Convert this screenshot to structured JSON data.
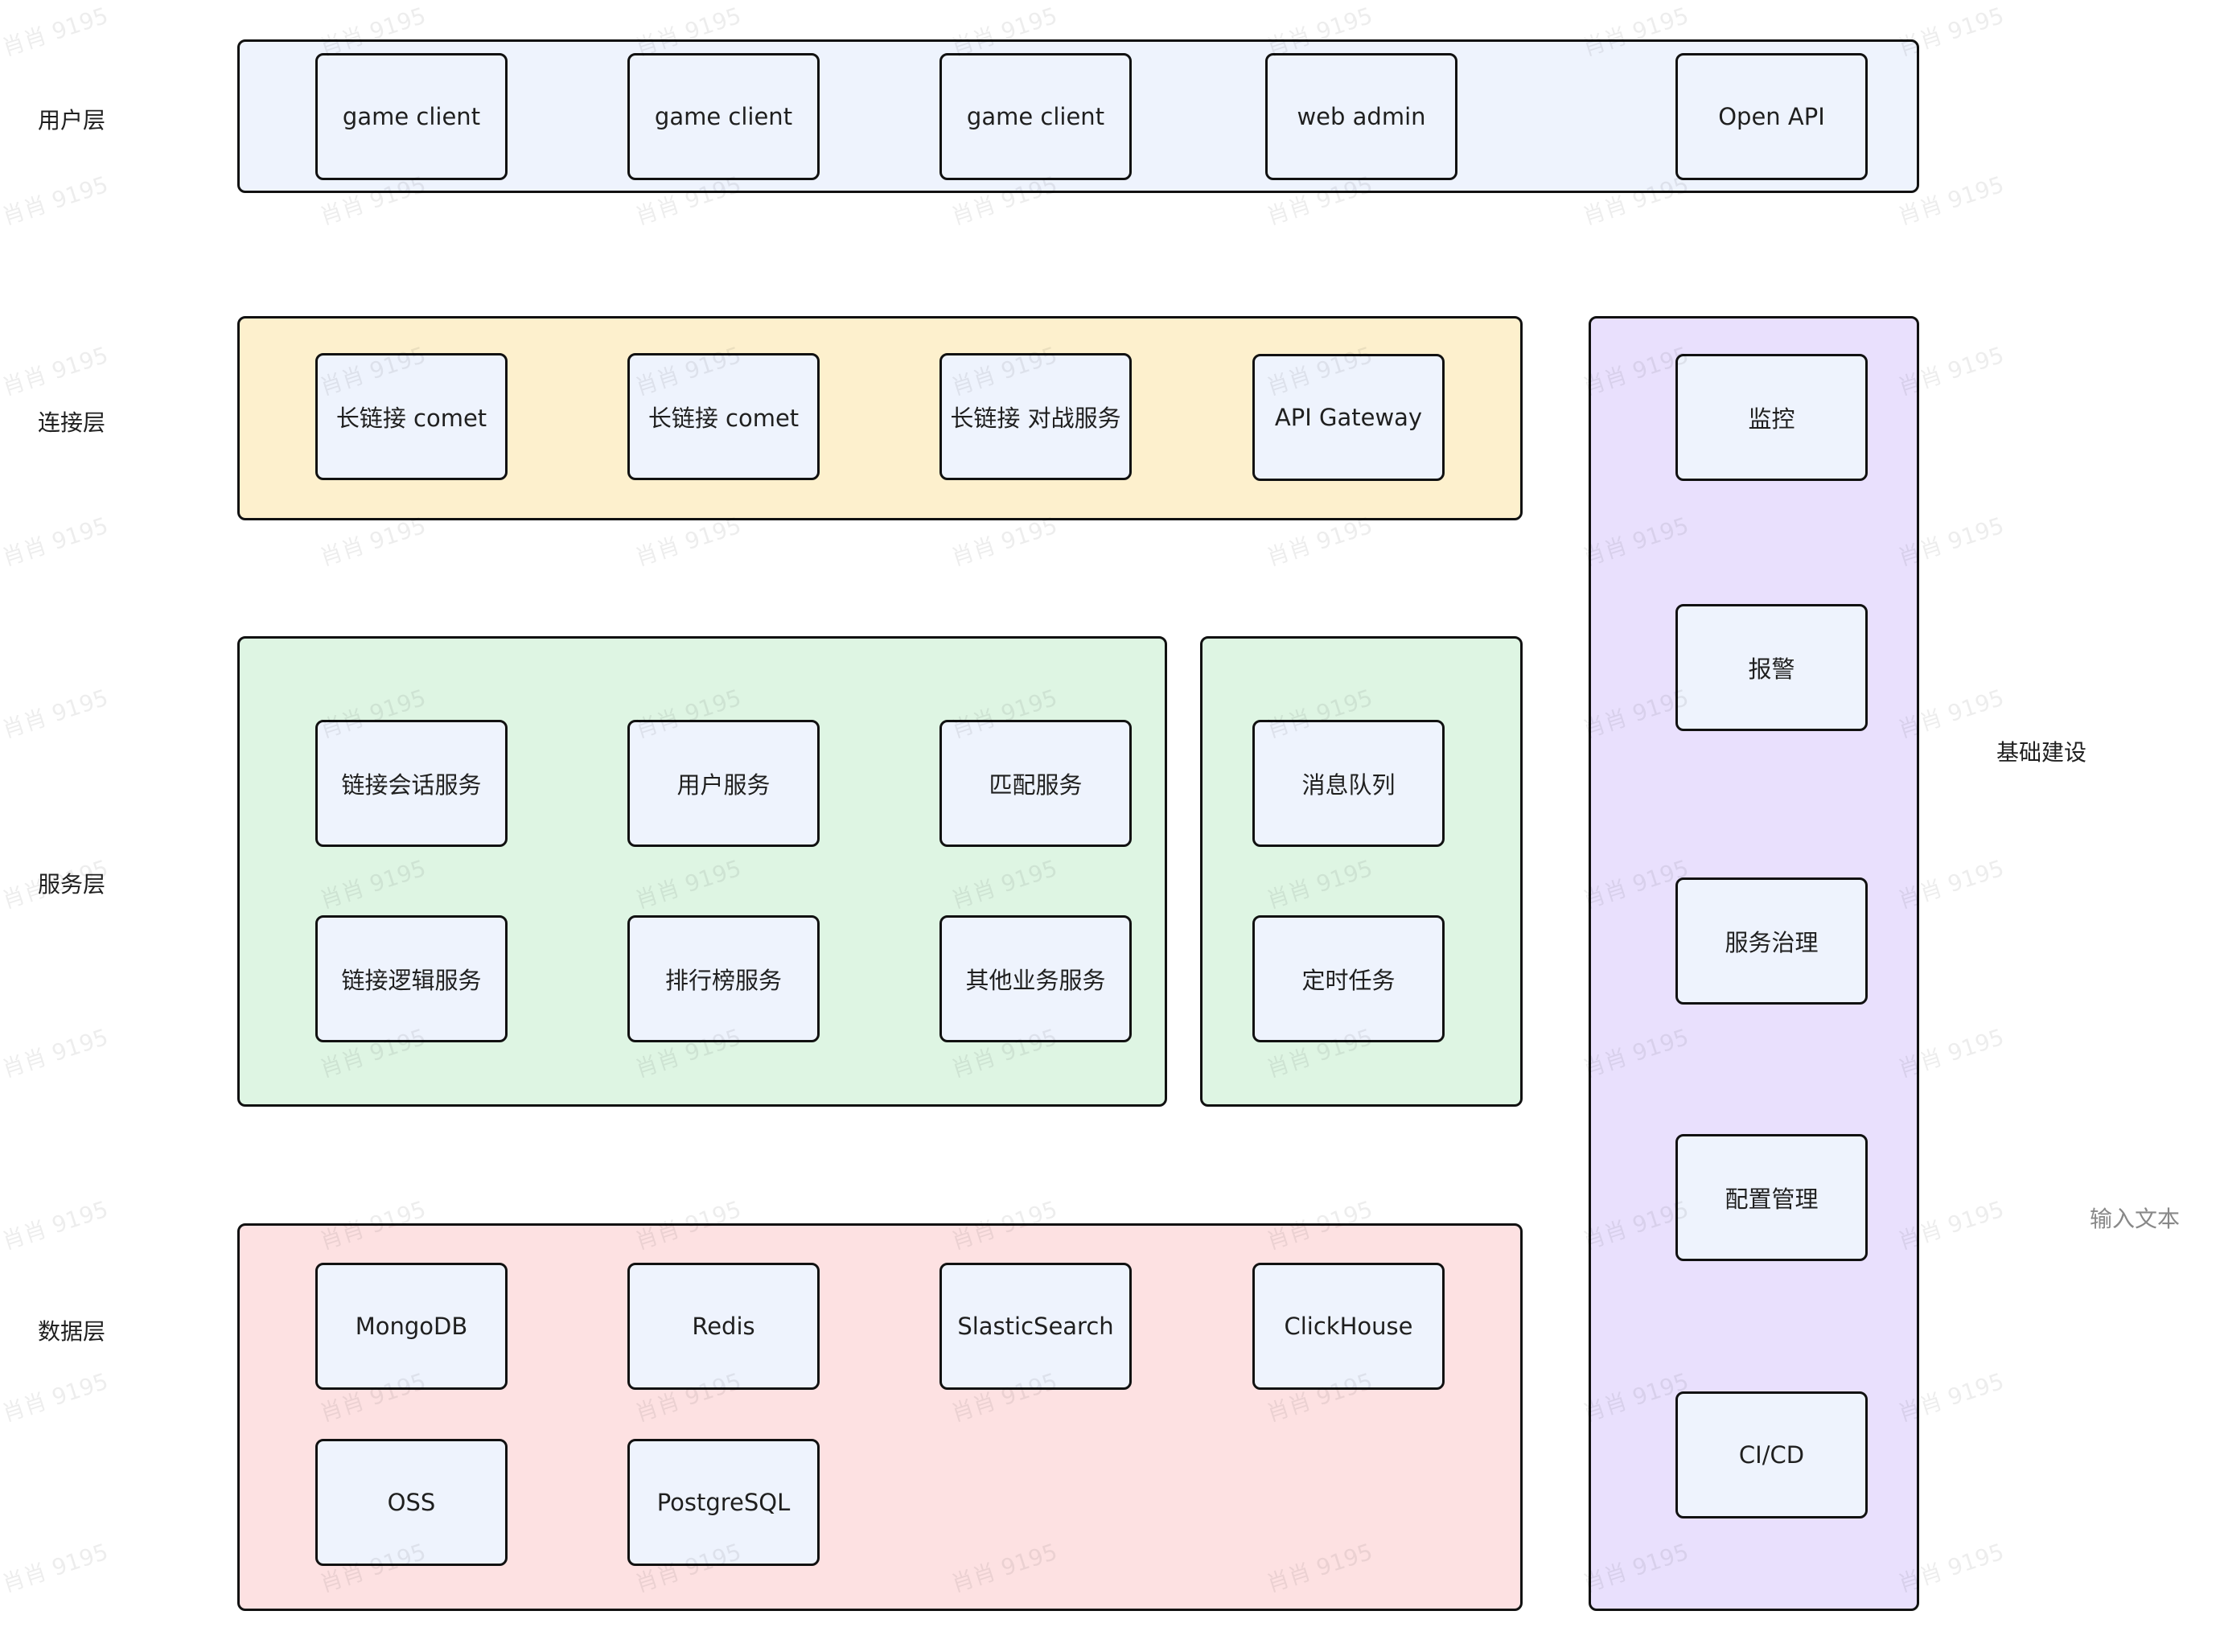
{
  "layers": {
    "user": "用户层",
    "connection": "连接层",
    "service": "服务层",
    "data": "数据层"
  },
  "user_layer": {
    "nodes": [
      "game client",
      "game client",
      "game client",
      "web admin",
      "Open API"
    ]
  },
  "connection_layer": {
    "nodes": [
      "长链接 comet",
      "长链接 comet",
      "长链接 对战服务",
      "API Gateway"
    ]
  },
  "service_layer": {
    "main_nodes": [
      "链接会话服务",
      "用户服务",
      "匹配服务",
      "链接逻辑服务",
      "排行榜服务",
      "其他业务服务"
    ],
    "side_nodes": [
      "消息队列",
      "定时任务"
    ]
  },
  "data_layer": {
    "nodes": [
      "MongoDB",
      "Redis",
      "SlasticSearch",
      "ClickHouse",
      "OSS",
      "PostgreSQL"
    ]
  },
  "infrastructure": {
    "label": "基础建设",
    "nodes": [
      "监控",
      "报警",
      "服务治理",
      "配置管理",
      "CI/CD"
    ]
  },
  "placeholder_text": "输入文本",
  "watermark": "肖肖 9195",
  "colors": {
    "user_group": "#eef3fd",
    "connection_group": "#fdf0cd",
    "service_group": "#def5e3",
    "data_group": "#fde1e2",
    "infra_group": "#e9e0fd",
    "node_fill": "#eef3fd",
    "border": "#111111"
  }
}
